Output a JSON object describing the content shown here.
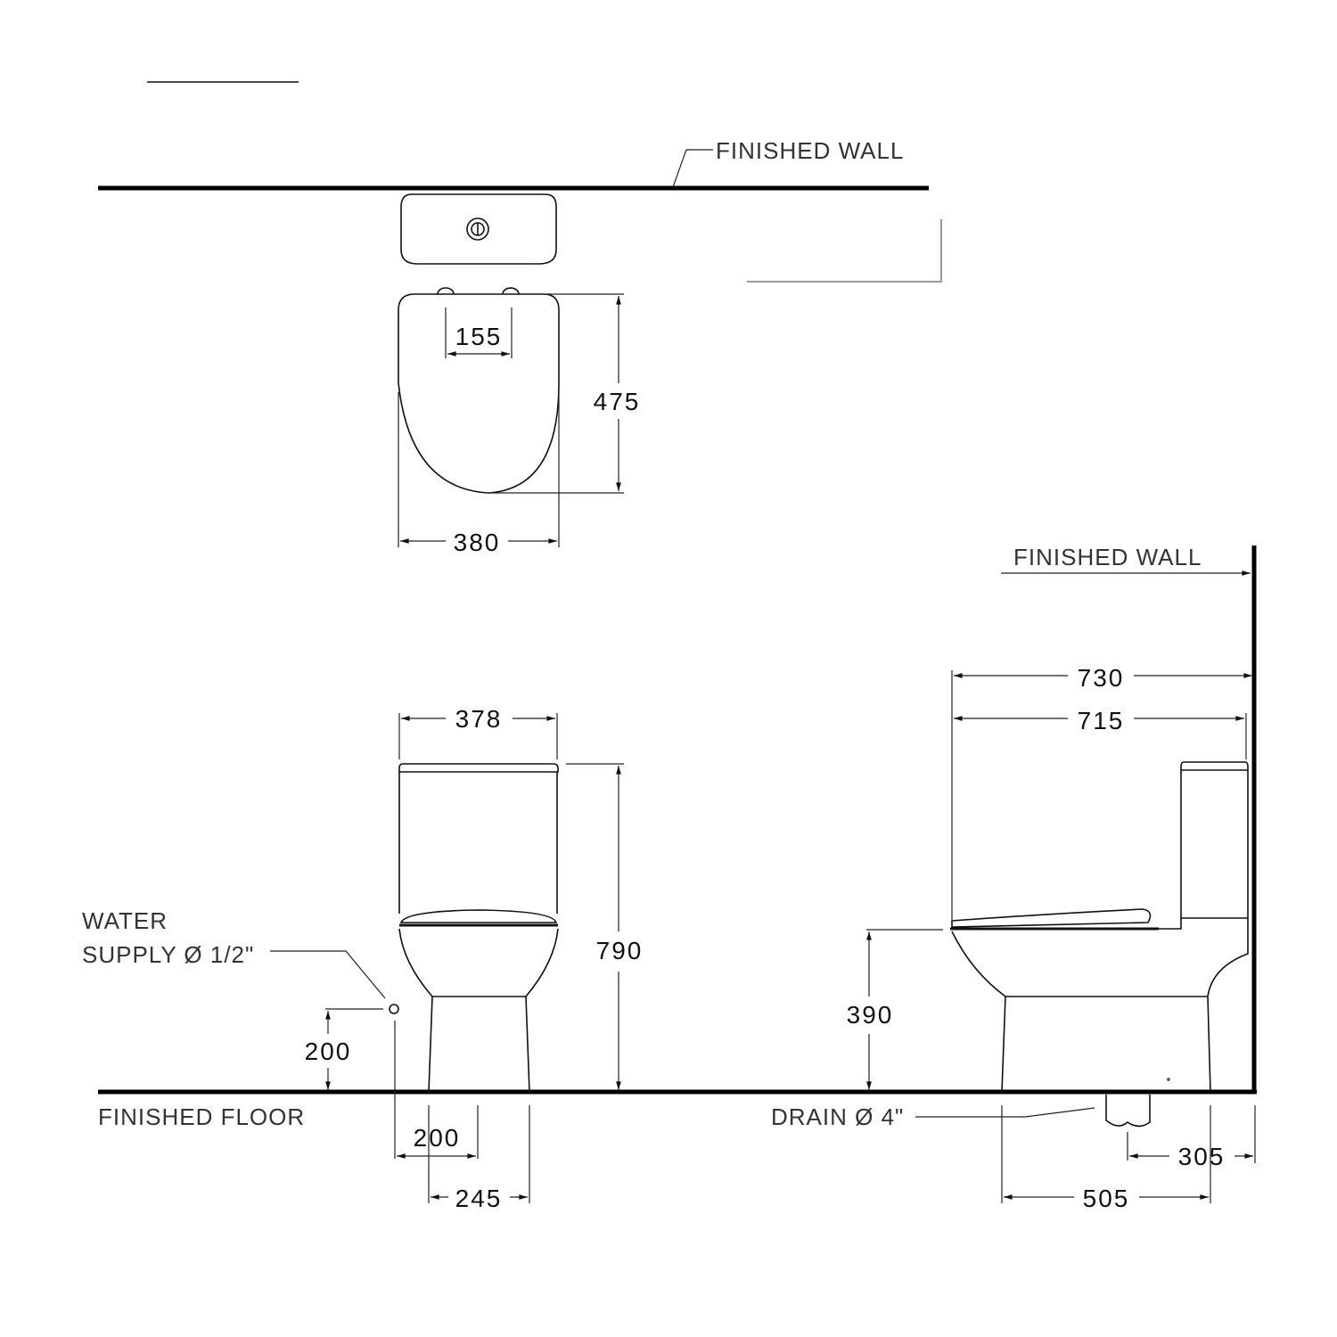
{
  "labels": {
    "finished_wall_top": "FINISHED  WALL",
    "finished_wall_side": "FINISHED  WALL",
    "finished_floor": "FINISHED  FLOOR",
    "water_supply_line1": "WATER",
    "water_supply_line2": "SUPPLY Ø 1/2\"",
    "drain": "DRAIN Ø 4\""
  },
  "dimensions": {
    "plan_hinge_spacing": "155",
    "plan_depth": "475",
    "plan_width": "380",
    "front_tank_width": "378",
    "front_height": "790",
    "supply_height": "200",
    "supply_offset": "200",
    "base_width": "245",
    "side_overall_depth": "730",
    "side_body_depth": "715",
    "seat_height": "390",
    "drain_to_wall": "305",
    "base_depth": "505"
  }
}
